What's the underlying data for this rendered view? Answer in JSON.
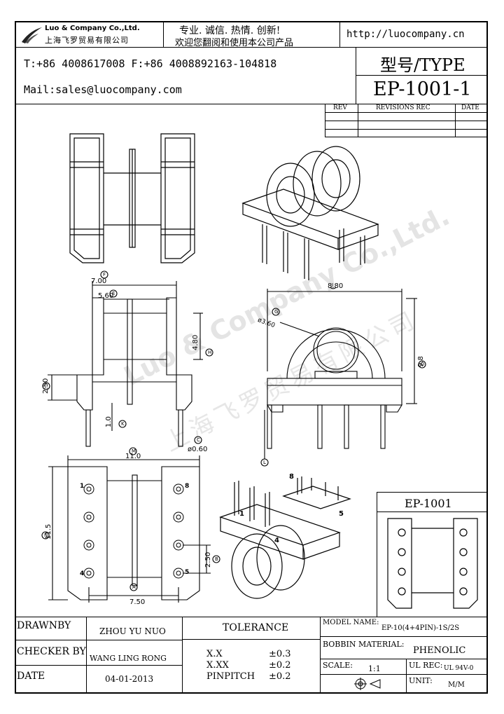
{
  "header": {
    "company_en": "Luo & Company Co.,Ltd.",
    "company_cn": "上海飞罗贸易有限公司",
    "slogan_line1": "专业. 诚信. 热情. 创新!",
    "slogan_line2": "欢迎您翻阅和使用本公司产品",
    "website": "http://luocompany.cn",
    "phone_fax": "T:+86 4008617008 F:+86 4008892163-104818",
    "email": "Mail:sales@luocompany.com",
    "type_label": "型号/TYPE",
    "part_number": "EP-1001-1"
  },
  "revisions": {
    "headers": [
      "REV",
      "REVISIONS REC",
      "DATE"
    ]
  },
  "watermark": {
    "line1": "Luo & Company Co.,Ltd.",
    "line2": "上海飞罗贸易有限公司"
  },
  "dimensions": {
    "d_700": "7.00",
    "d_560": "5.60",
    "d_480": "4.80",
    "d_250a": "2.50",
    "d_10": "1.0",
    "d_060": "ø0.60",
    "d_880": "8.80",
    "d_360": "ø3.60",
    "d_98": "9.8",
    "d_110": "11.0",
    "d_115": "11.5",
    "d_250b": "2.50",
    "d_750": "7.50"
  },
  "markers": {
    "F": "F",
    "E": "E",
    "H": "H",
    "J": "J",
    "K": "K",
    "C": "C",
    "I": "I",
    "G": "G",
    "D": "D",
    "L": "L",
    "M": "M",
    "N": "N",
    "B": "B",
    "A": "A"
  },
  "pins": {
    "p1": "1",
    "p4": "4",
    "p5": "5",
    "p8": "8",
    "iso_p1": "1",
    "iso_p4": "4",
    "iso_p5": "5",
    "iso_p8": "8"
  },
  "inset": {
    "title": "EP-1001"
  },
  "title_block": {
    "drawn_by_label": "DRAWNBY",
    "drawn_by": "ZHOU YU NUO",
    "checker_label": "CHECKER BY",
    "checker": "WANG LING RONG",
    "date_label": "DATE",
    "date": "04-01-2013",
    "tolerance_label": "TOLERANCE",
    "tol_rows": [
      {
        "label": "X.X",
        "value": "±0.3"
      },
      {
        "label": "X.XX",
        "value": "±0.2"
      },
      {
        "label": "PINPITCH",
        "value": "±0.2"
      }
    ],
    "model_label": "MODEL NAME:",
    "model": "EP-10(4+4PIN)-1S/2S",
    "bobbin_label": "BOBBIN MATERIAL:",
    "bobbin": "PHENOLIC",
    "scale_label": "SCALE:",
    "scale": "1:1",
    "ul_label": "UL REC:",
    "ul": "UL 94V-0",
    "unit_label": "UNIT:",
    "unit": "M/M"
  }
}
